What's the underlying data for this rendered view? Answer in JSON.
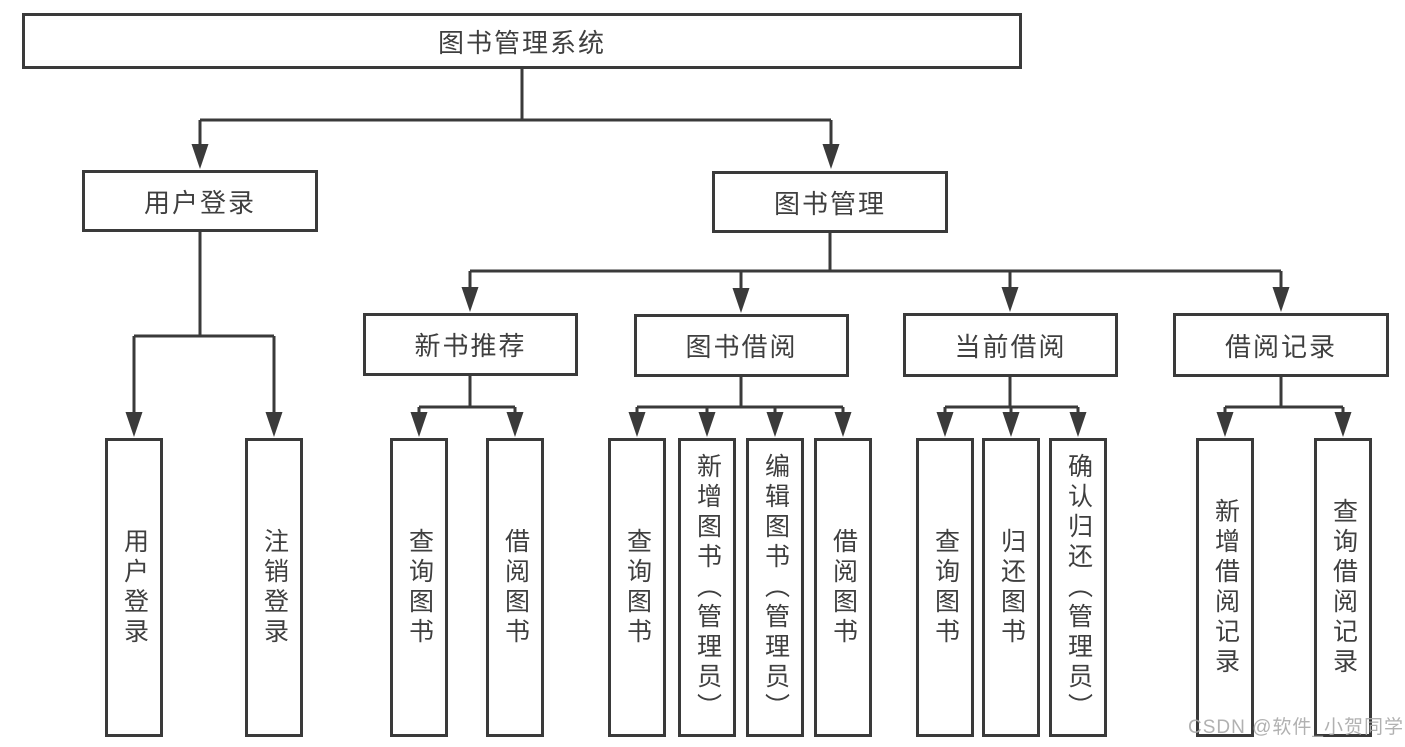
{
  "diagram": {
    "type": "hierarchy-tree",
    "direction": "top-down",
    "colors": {
      "background": "#ffffff",
      "line": "#3a3a3a",
      "box_border": "#3a3a3a",
      "box_fill": "#ffffff",
      "text": "#3f3f3f",
      "watermark": "#a8a8a8"
    }
  },
  "tree": {
    "root": {
      "label": "图书管理系统"
    },
    "branches": [
      {
        "label": "用户登录",
        "children": [
          {
            "label": "用户登录"
          },
          {
            "label": "注销登录"
          }
        ]
      },
      {
        "label": "图书管理",
        "children": [
          {
            "label": "新书推荐",
            "children": [
              {
                "label": "查询图书"
              },
              {
                "label": "借阅图书"
              }
            ]
          },
          {
            "label": "图书借阅",
            "children": [
              {
                "label": "查询图书"
              },
              {
                "label": "新增图书（管理员）"
              },
              {
                "label": "编辑图书（管理员）"
              },
              {
                "label": "借阅图书"
              }
            ]
          },
          {
            "label": "当前借阅",
            "children": [
              {
                "label": "查询图书"
              },
              {
                "label": "归还图书"
              },
              {
                "label": "确认归还（管理员）"
              }
            ]
          },
          {
            "label": "借阅记录",
            "children": [
              {
                "label": "新增借阅记录"
              },
              {
                "label": "查询借阅记录"
              }
            ]
          }
        ]
      }
    ]
  },
  "watermark": {
    "text": "CSDN @软件_小贺同学"
  }
}
